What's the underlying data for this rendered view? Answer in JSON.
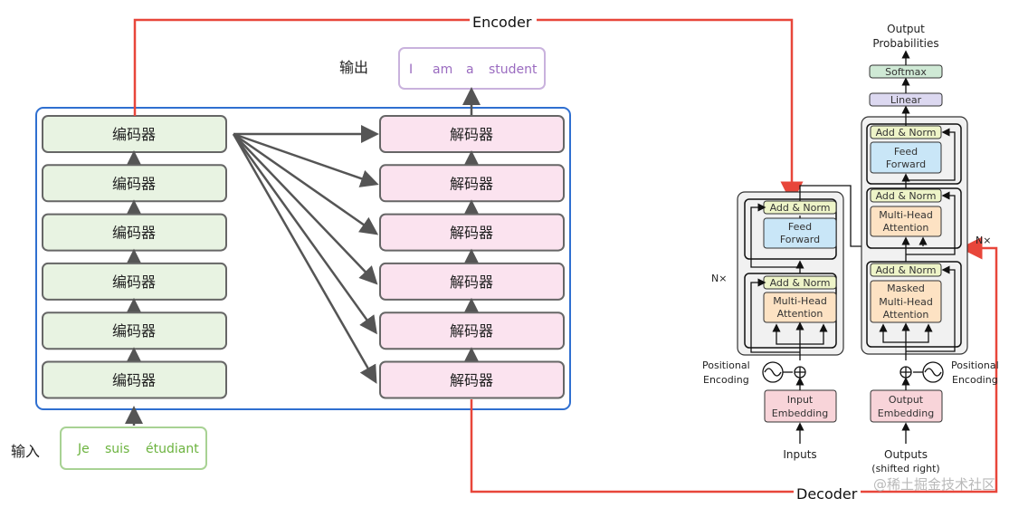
{
  "encoder_label": "Encoder",
  "decoder_label": "Decoder",
  "input_label": "输入",
  "output_label": "输出",
  "input_tokens": [
    "Je",
    "suis",
    "étudiant"
  ],
  "output_tokens": [
    "I",
    "am",
    "a",
    "student"
  ],
  "encoder_block_label": "编码器",
  "decoder_block_label": "解码器",
  "encoder_stack_count": 6,
  "decoder_stack_count": 6,
  "transformer": {
    "output_probabilities": [
      "Output",
      "Probabilities"
    ],
    "softmax": "Softmax",
    "linear": "Linear",
    "add_norm": "Add & Norm",
    "feed_forward": [
      "Feed",
      "Forward"
    ],
    "multi_head_attention": [
      "Multi-Head",
      "Attention"
    ],
    "masked_multi_head_attention": [
      "Masked",
      "Multi-Head",
      "Attention"
    ],
    "input_embedding": [
      "Input",
      "Embedding"
    ],
    "output_embedding": [
      "Output",
      "Embedding"
    ],
    "positional_encoding": [
      "Positional",
      "Encoding"
    ],
    "inputs": "Inputs",
    "outputs": [
      "Outputs",
      "(shifted right)"
    ],
    "nx_left": "N×",
    "nx_right": "N×"
  },
  "watermark": "@稀土掘金技术社区",
  "colors": {
    "red_line": "#e8463a",
    "blue_frame": "#2f6fd0",
    "encoder_fill": "#e8f3e2",
    "decoder_fill": "#fbe3ef",
    "input_text": "#6cb33f",
    "output_text": "#9a6bc0",
    "add_norm_fill": "#eef4c8",
    "attention_fill": "#fde2c3",
    "ff_fill": "#c9e6f7",
    "embedding_fill": "#f8d4d9",
    "linear_fill": "#dcd8f0",
    "softmax_fill": "#cfe9d5"
  }
}
